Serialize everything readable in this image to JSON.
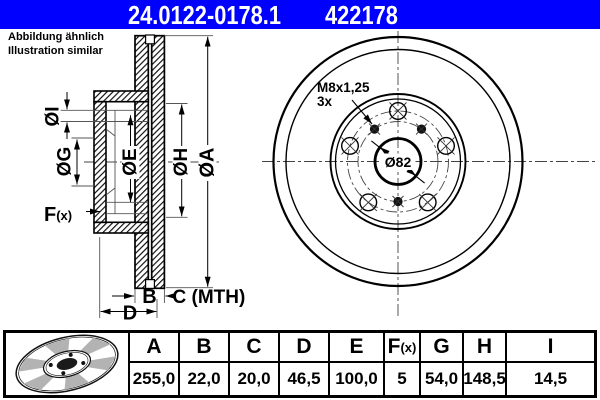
{
  "header": {
    "part_number": "24.0122-0178.1",
    "ean_number": "422178",
    "accent_color": "#0000FF"
  },
  "note": {
    "line1": "Abbildung ähnlich",
    "line2": "Illustration similar"
  },
  "drawing": {
    "section_labels": {
      "dia_i": "ØI",
      "dia_g": "ØG",
      "dia_e": "ØE",
      "dia_h": "ØH",
      "dia_a": "ØA",
      "f_main": "F",
      "f_sup": "(x)",
      "b": "B",
      "c_mth": "C (MTH)",
      "d": "D"
    },
    "front_labels": {
      "bore_diameter": "Ø82",
      "thread_spec": "M8x1,25",
      "thread_count": "3x"
    }
  },
  "table": {
    "columns": [
      {
        "label": "A"
      },
      {
        "label": "B"
      },
      {
        "label": "C"
      },
      {
        "label": "D"
      },
      {
        "label": "E"
      },
      {
        "label": "F",
        "small": "(x)"
      },
      {
        "label": "G"
      },
      {
        "label": "H"
      },
      {
        "label": "I"
      }
    ],
    "values": [
      "255,0",
      "22,0",
      "20,0",
      "46,5",
      "100,0",
      "5",
      "54,0",
      "148,5",
      "14,5"
    ]
  }
}
